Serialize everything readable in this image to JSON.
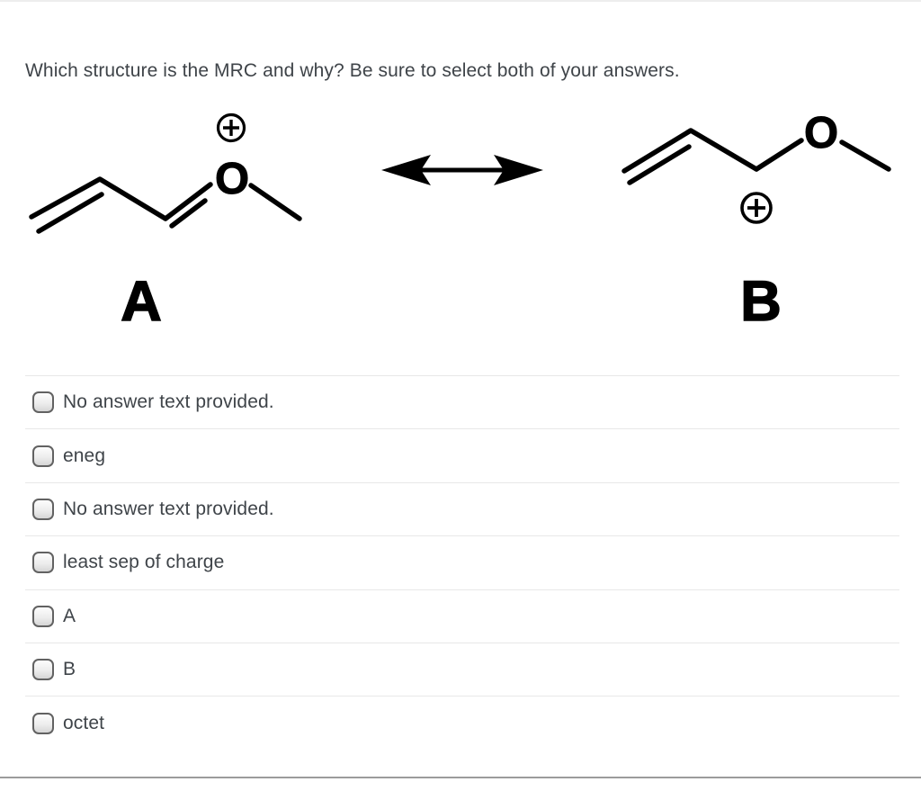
{
  "question": {
    "text": "Which structure is the MRC and why? Be sure to select both of your answers."
  },
  "resonance_figure": {
    "structure_a": {
      "label": "A",
      "atom": "O",
      "charge": "+"
    },
    "structure_b": {
      "label": "B",
      "atom": "O",
      "charge": "+"
    },
    "arrow": "double-headed-resonance-arrow"
  },
  "options": [
    {
      "label": "No answer text provided.",
      "checked": false
    },
    {
      "label": "eneg",
      "checked": false
    },
    {
      "label": "No answer text provided.",
      "checked": false
    },
    {
      "label": "least sep of charge",
      "checked": false
    },
    {
      "label": "A",
      "checked": false
    },
    {
      "label": "B",
      "checked": false
    },
    {
      "label": "octet",
      "checked": false
    }
  ],
  "colors": {
    "text": "#3f4449",
    "separator": "#e8e8e8",
    "top_border": "#ededed",
    "bottom_border": "#9b9b9b",
    "molecule": "#000000"
  }
}
